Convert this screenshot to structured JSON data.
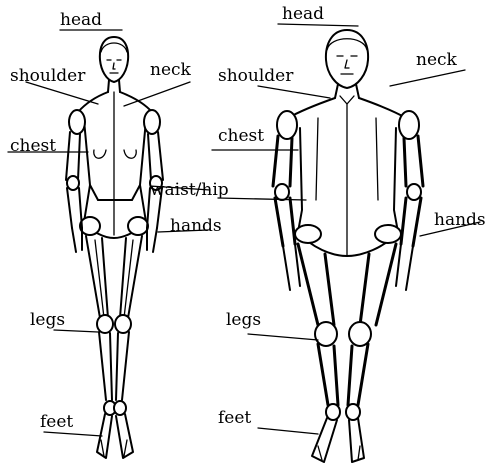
{
  "labels": {
    "left_head": "head",
    "left_neck": "neck",
    "left_shoulder": "shoulder",
    "left_chest": "chest",
    "left_waist_hip": "waist/hip",
    "left_hands": "hands",
    "left_legs": "legs",
    "left_feet": "feet",
    "right_head": "head",
    "right_neck": "neck",
    "right_shoulder": "shoulder",
    "right_chest": "chest",
    "right_hands": "hands",
    "right_legs": "legs",
    "right_feet": "feet"
  }
}
